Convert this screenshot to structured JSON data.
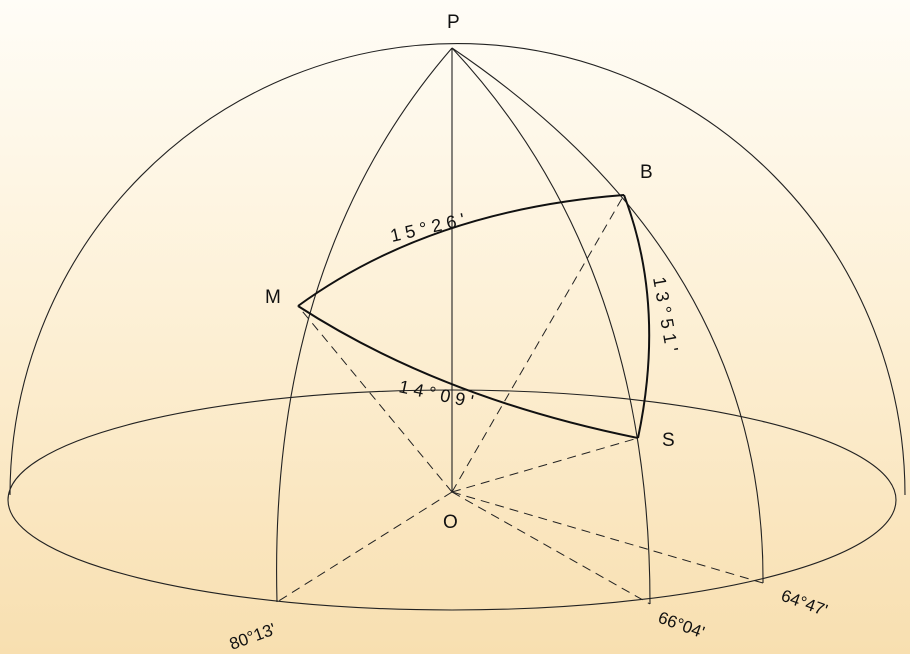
{
  "points": {
    "P": "P",
    "B": "B",
    "M": "M",
    "S": "S",
    "O": "O"
  },
  "arc_labels": {
    "MB": "15°26'",
    "BS": "13°51'",
    "MS": "14°09'"
  },
  "horizon_labels": {
    "a": "80°13'",
    "b": "66°04'",
    "c": "64°47'"
  }
}
